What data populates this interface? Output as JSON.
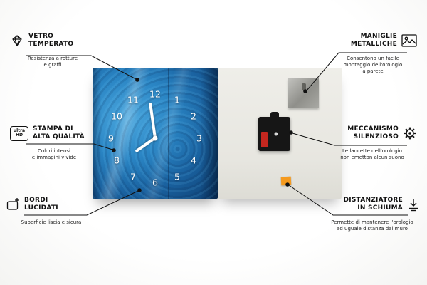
{
  "product": {
    "name": "glass-wall-clock-features",
    "clock": {
      "numbers": [
        "12",
        "1",
        "2",
        "3",
        "4",
        "5",
        "6",
        "7",
        "8",
        "9",
        "10",
        "11"
      ]
    },
    "colors": {
      "front_blue": "#1c6fae",
      "back_panel": "#e9e8e2",
      "mechanism_black": "#161616",
      "battery_red": "#c4271f",
      "foam_orange": "#f59a1e",
      "line_black": "#111111",
      "hands_white": "#ffffff"
    }
  },
  "callouts": {
    "left": [
      {
        "icon": "diamond-icon",
        "title": "VETRO\nTEMPERATO",
        "subtitle": "Resistenza a rotture\ne graffi"
      },
      {
        "icon": "ultra-hd-icon",
        "icon_top": "ultra",
        "icon_bottom": "HD",
        "title": "STAMPA DI\nALTA QUALITÀ",
        "subtitle": "Colori intensi\ne immagini vivide"
      },
      {
        "icon": "polished-edge-icon",
        "title": "BORDI\nLUCIDATI",
        "subtitle": "Superficie liscia e sicura"
      }
    ],
    "right": [
      {
        "icon": "picture-frame-icon",
        "title": "MANIGLIE\nMETALLICHE",
        "subtitle": "Consentono un facile\nmontaggio dell'orologio\na parete"
      },
      {
        "icon": "gear-icon",
        "title": "MECCANISMO\nSILENZIOSO",
        "subtitle": "Le lancette dell'orologio\nnon emetton alcun suono"
      },
      {
        "icon": "foam-spacer-icon",
        "title": "DISTANZIATORE\nIN SCHIUMA",
        "subtitle": "Permette di mantenere l'orologio\nad uguale distanza dal muro"
      }
    ]
  }
}
